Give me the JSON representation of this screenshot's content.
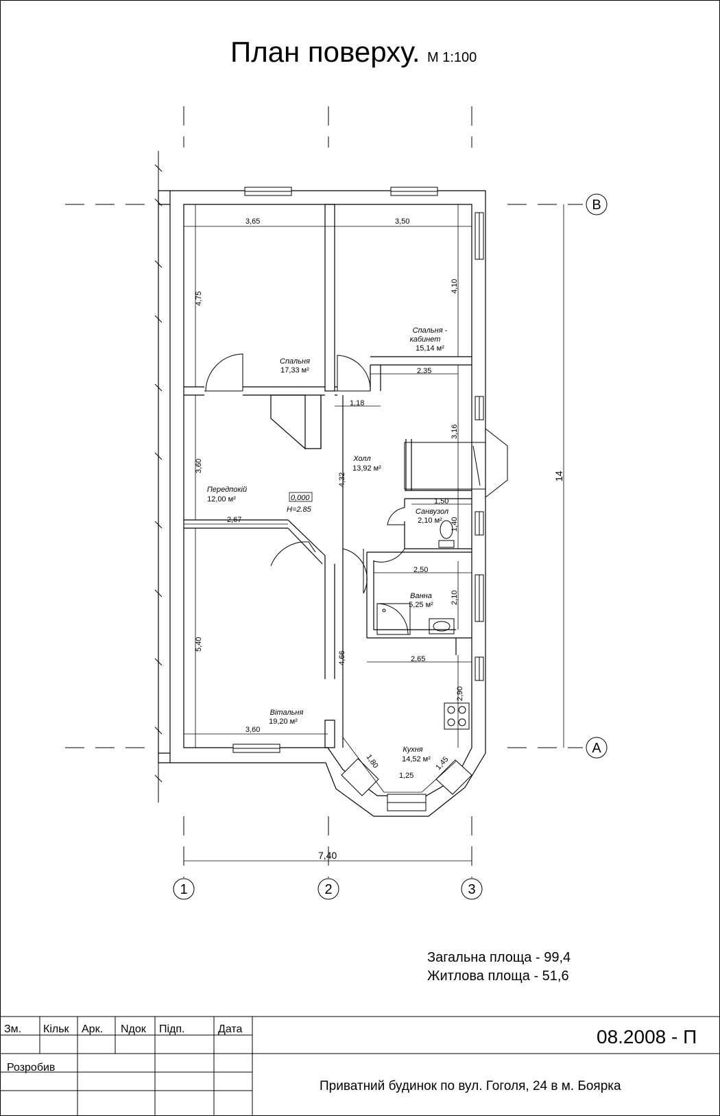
{
  "title": "План поверху.",
  "scale": "М 1:100",
  "areas": {
    "total": "Загальна площа - 99,4",
    "living": "Житлова площа - 51,6"
  },
  "axes": {
    "rows": [
      "В",
      "А"
    ],
    "columns": [
      "1",
      "2",
      "3"
    ]
  },
  "rooms": [
    {
      "name": "Спальня",
      "area": "17,33 м²"
    },
    {
      "name_line1": "Спальня -",
      "name_line2": "кабинет",
      "area": "15,14 м²"
    },
    {
      "name": "Холл",
      "area": "13,92 м²"
    },
    {
      "name": "Передпокій",
      "area": "12,00 м²"
    },
    {
      "name": "Санвузол",
      "area": "2,10 м²"
    },
    {
      "name": "Ванна",
      "area": "5,25 м²"
    },
    {
      "name": "Вітальня",
      "area": "19,20 м²"
    },
    {
      "name": "Кухня",
      "area": "14,52 м²"
    }
  ],
  "level": {
    "mark": "0,000",
    "height": "H=2.85"
  },
  "dimensions": {
    "d365": "3,65",
    "d350": "3,50",
    "d475": "4,75",
    "d410": "4,10",
    "d235": "2,35",
    "d118": "1,18",
    "d316": "3,16",
    "d360v": "3,60",
    "d432": "4,32",
    "d267": "2,67",
    "d150": "1,50",
    "d140": "1,40",
    "d250": "2,50",
    "d210": "2,10",
    "d540": "5,40",
    "d466": "4,66",
    "d265": "2,65",
    "d290": "2,90",
    "d360h": "3,60",
    "d180": "1,80",
    "d125": "1,25",
    "d145": "1,45",
    "d14": "14",
    "d740": "7,40"
  },
  "title_block": {
    "headers": [
      "Зм.",
      "Кільк",
      "Арк.",
      "Nдок",
      "Підп.",
      "Дата"
    ],
    "developed_by": "Розробив",
    "doc_code": "08.2008 - П",
    "project": "Приватний будинок по вул. Гоголя, 24 в м. Боярка"
  }
}
